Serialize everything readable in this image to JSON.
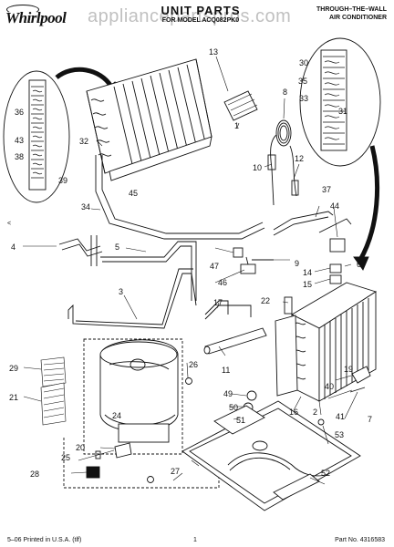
{
  "header": {
    "brand": "Whirlpool",
    "title": "UNIT PARTS",
    "subtitle": "FOR MODEL ACQ082PK0",
    "product_line1": "THROUGH–THE–WALL",
    "product_line2": "AIR CONDITIONER",
    "watermark": "appliancepartspros.com"
  },
  "side_mark": "<",
  "callouts": [
    {
      "id": "c1",
      "text": "1"
    },
    {
      "id": "c2",
      "text": "2"
    },
    {
      "id": "c3",
      "text": "3"
    },
    {
      "id": "c4",
      "text": "4"
    },
    {
      "id": "c5",
      "text": "5"
    },
    {
      "id": "c6",
      "text": "6"
    },
    {
      "id": "c7",
      "text": "7"
    },
    {
      "id": "c8",
      "text": "8"
    },
    {
      "id": "c9",
      "text": "9"
    },
    {
      "id": "c10",
      "text": "10"
    },
    {
      "id": "c11",
      "text": "11"
    },
    {
      "id": "c12",
      "text": "12"
    },
    {
      "id": "c13",
      "text": "13"
    },
    {
      "id": "c14",
      "text": "14"
    },
    {
      "id": "c15",
      "text": "15"
    },
    {
      "id": "c16",
      "text": "16"
    },
    {
      "id": "c17",
      "text": "17"
    },
    {
      "id": "c19",
      "text": "19"
    },
    {
      "id": "c20",
      "text": "20"
    },
    {
      "id": "c21",
      "text": "21"
    },
    {
      "id": "c22",
      "text": "22"
    },
    {
      "id": "c24",
      "text": "24"
    },
    {
      "id": "c25",
      "text": "25"
    },
    {
      "id": "c26",
      "text": "26"
    },
    {
      "id": "c27",
      "text": "27"
    },
    {
      "id": "c28",
      "text": "28"
    },
    {
      "id": "c29",
      "text": "29"
    },
    {
      "id": "c30",
      "text": "30"
    },
    {
      "id": "c31",
      "text": "31"
    },
    {
      "id": "c32",
      "text": "32"
    },
    {
      "id": "c33",
      "text": "33"
    },
    {
      "id": "c34",
      "text": "34"
    },
    {
      "id": "c35",
      "text": "35"
    },
    {
      "id": "c36",
      "text": "36"
    },
    {
      "id": "c37",
      "text": "37"
    },
    {
      "id": "c38",
      "text": "38"
    },
    {
      "id": "c39",
      "text": "39"
    },
    {
      "id": "c40",
      "text": "40"
    },
    {
      "id": "c41",
      "text": "41"
    },
    {
      "id": "c43",
      "text": "43"
    },
    {
      "id": "c44",
      "text": "44"
    },
    {
      "id": "c45",
      "text": "45"
    },
    {
      "id": "c46",
      "text": "46"
    },
    {
      "id": "c47",
      "text": "47"
    },
    {
      "id": "c49",
      "text": "49"
    },
    {
      "id": "c50",
      "text": "50"
    },
    {
      "id": "c51",
      "text": "51"
    },
    {
      "id": "c52",
      "text": "52"
    },
    {
      "id": "c53",
      "text": "53"
    }
  ],
  "footer": {
    "left": "5–06 Printed in U.S.A. (tlf)",
    "page": "1",
    "part_no": "Part No. 4316583"
  }
}
